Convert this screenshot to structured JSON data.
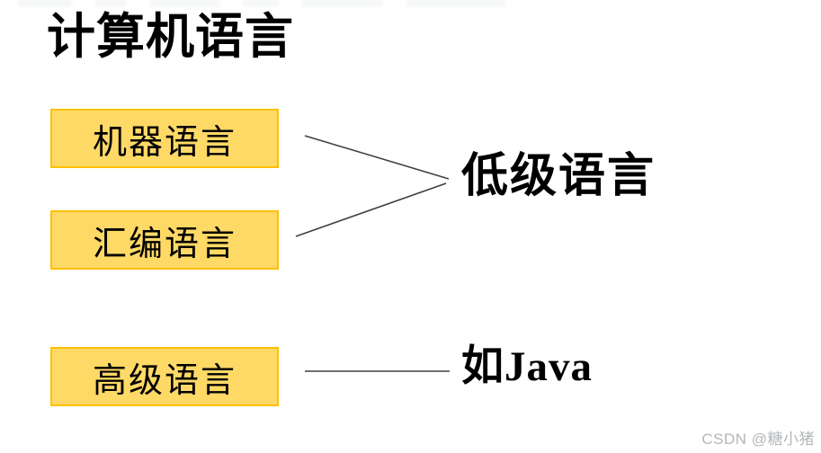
{
  "title": {
    "text": "计算机语言"
  },
  "diagram": {
    "boxes": [
      {
        "label": "机器语言"
      },
      {
        "label": "汇编语言"
      },
      {
        "label": "高级语言"
      }
    ],
    "box_style": {
      "fill": "#FFD966",
      "border": "#FFC000"
    },
    "group_label": {
      "text": "低级语言"
    },
    "example_label": {
      "text": "如Java"
    },
    "line_color": "#404040"
  },
  "watermark": {
    "text": "CSDN @糖小猪",
    "color": "#B3B7B9"
  }
}
